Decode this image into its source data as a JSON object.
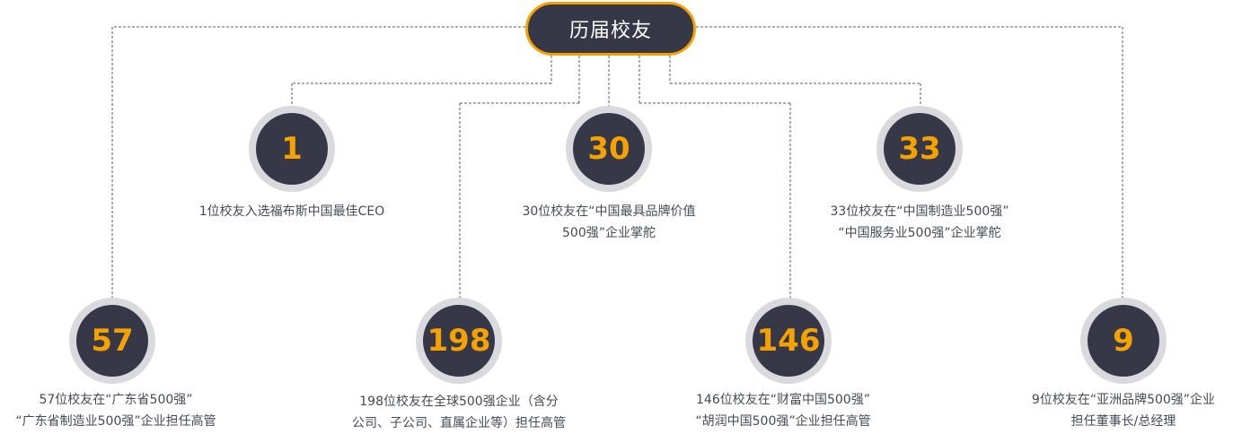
{
  "title": "历届校友",
  "colors": {
    "node_fill": "#363847",
    "node_ring": "#dadade",
    "number": "#f5a100",
    "caption": "#444a55"
  },
  "nodes": [
    {
      "id": "1",
      "value": "1",
      "caption": [
        "1位校友入选福布斯中国最佳CEO"
      ]
    },
    {
      "id": "30",
      "value": "30",
      "caption": [
        "30位校友在“中国最具品牌价值",
        "500强”企业掌舵"
      ]
    },
    {
      "id": "33",
      "value": "33",
      "caption": [
        "33位校友在“中国制造业500强”",
        "“中国服务业500强”企业掌舵"
      ]
    },
    {
      "id": "57",
      "value": "57",
      "caption": [
        "57位校友在“广东省500强”",
        "“广东省制造业500强”企业担任高管"
      ]
    },
    {
      "id": "198",
      "value": "198",
      "caption": [
        "198位校友在全球500强企业（含分",
        "公司、子公司、直属企业等）担任高管"
      ]
    },
    {
      "id": "146",
      "value": "146",
      "caption": [
        "146位校友在“财富中国500强”",
        "“胡润中国500强”企业担任高管"
      ]
    },
    {
      "id": "9",
      "value": "9",
      "caption": [
        "9位校友在“亚洲品牌500强”企业",
        "担任董事长/总经理"
      ]
    }
  ]
}
